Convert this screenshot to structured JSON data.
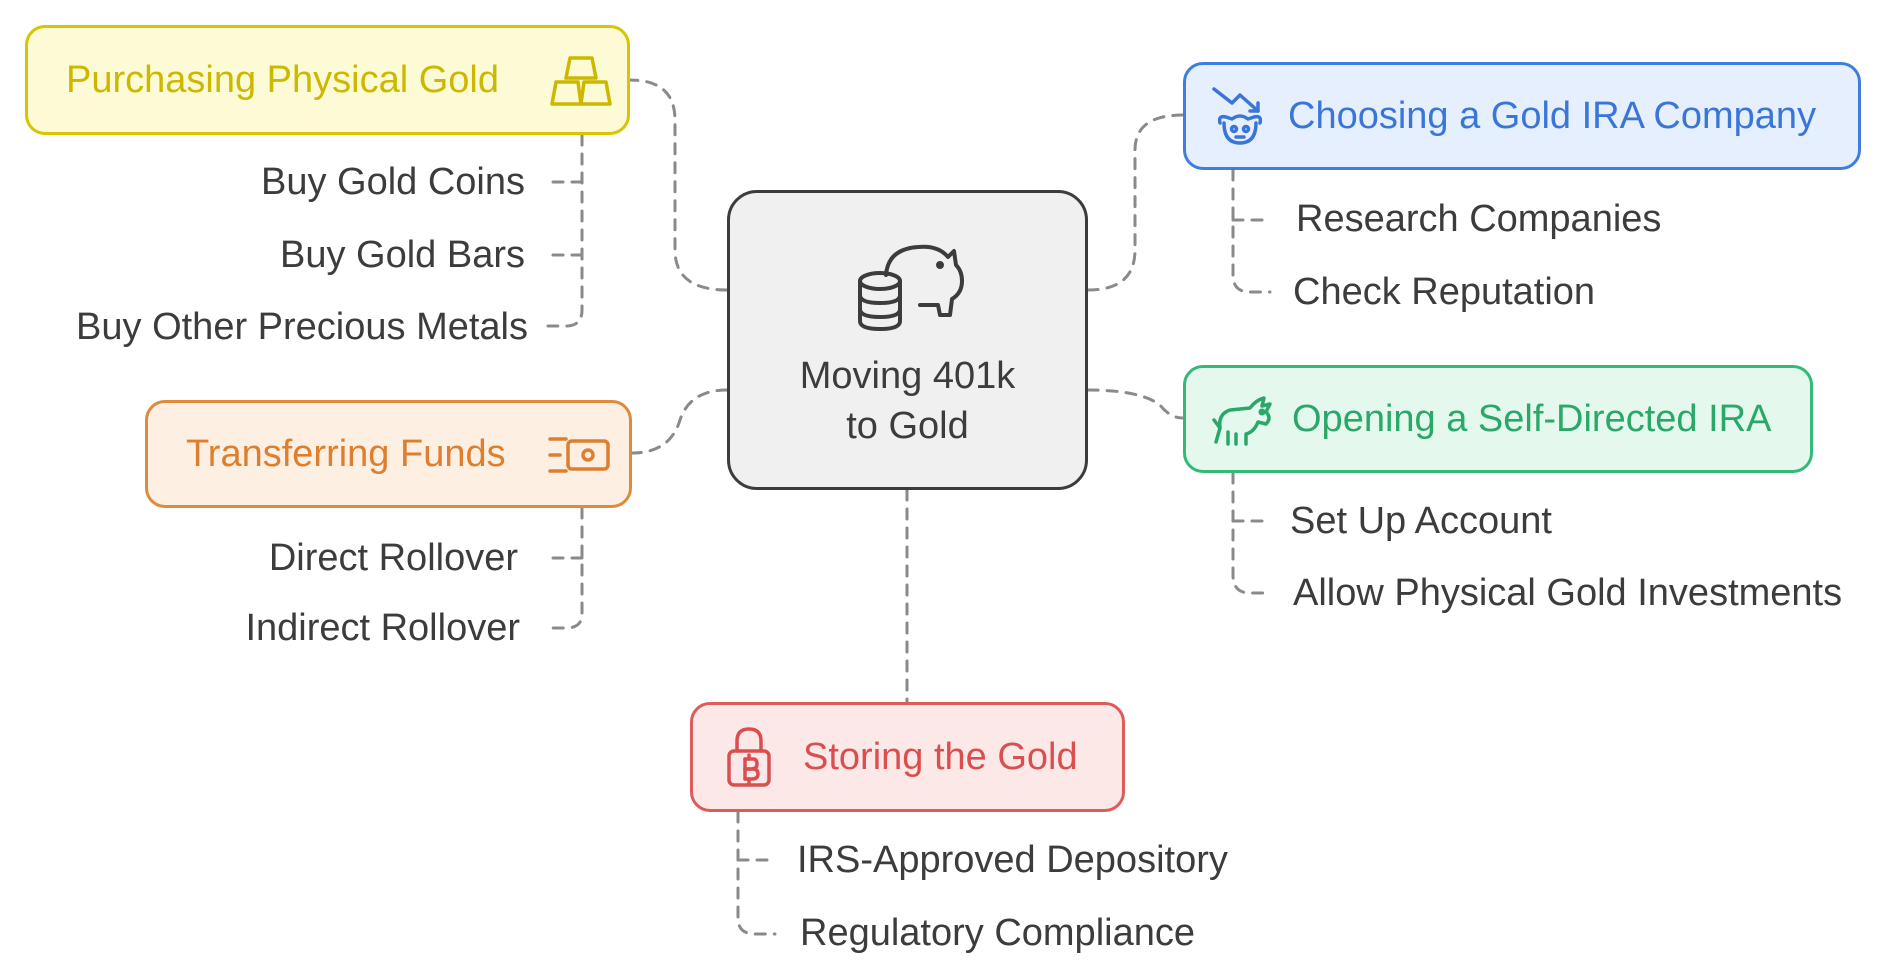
{
  "center": {
    "label_line1": "Moving 401k",
    "label_line2": "to Gold",
    "icon": "piggy-bank-coins-icon"
  },
  "branches": {
    "purchasing": {
      "label": "Purchasing Physical Gold",
      "icon": "gold-bars-icon",
      "color": "#d8c400",
      "fill": "#fdfbd6",
      "items": [
        "Buy Gold Coins",
        "Buy Gold Bars",
        "Buy Other Precious Metals"
      ]
    },
    "transferring": {
      "label": "Transferring Funds",
      "icon": "cash-transfer-icon",
      "color": "#e08a3c",
      "fill": "#fdf0e2",
      "items": [
        "Direct Rollover",
        "Indirect Rollover"
      ]
    },
    "choosing": {
      "label": "Choosing a Gold IRA Company",
      "icon": "bull-bear-icon",
      "color": "#3f7ee0",
      "fill": "#e6effd",
      "items": [
        "Research Companies",
        "Check Reputation"
      ]
    },
    "opening": {
      "label": "Opening a Self-Directed IRA",
      "icon": "bull-icon",
      "color": "#33b978",
      "fill": "#e5f8ee",
      "items": [
        "Set Up Account",
        "Allow Physical Gold Investments"
      ]
    },
    "storing": {
      "label": "Storing the Gold",
      "icon": "bitcoin-lock-icon",
      "color": "#e05a5a",
      "fill": "#fde8e8",
      "items": [
        "IRS-Approved Depository",
        "Regulatory Compliance"
      ]
    }
  }
}
